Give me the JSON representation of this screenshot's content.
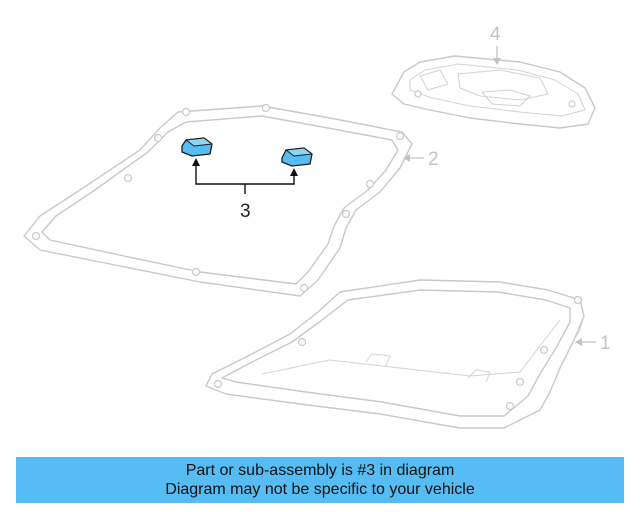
{
  "callouts": {
    "part_1": "1",
    "part_2": "2",
    "part_3": "3",
    "part_4": "4"
  },
  "colors": {
    "highlight": "#55bdf3",
    "ghost_line": "#c9c9c9",
    "banner_background": "#55bdf3"
  },
  "banner": {
    "line1": "Part or sub-assembly is #3 in diagram",
    "line2": "Diagram may not be specific to your vehicle"
  }
}
